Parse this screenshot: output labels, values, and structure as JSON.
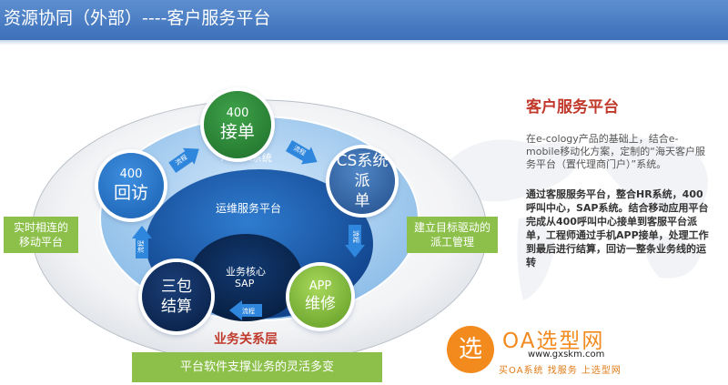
{
  "header": {
    "title": "资源协同（外部）----客户服务平台"
  },
  "diagram": {
    "nodes": {
      "top": {
        "line1": "400",
        "line2": "接单"
      },
      "left": {
        "line1": "400",
        "line2": "回访"
      },
      "right": {
        "line1": "CS系统派",
        "line2": "单"
      },
      "bl": {
        "line1": "三包",
        "line2": "结算"
      },
      "br": {
        "line1": "APP",
        "line2": "维修"
      }
    },
    "arrow_label": "流程",
    "avaya_label": "AVAYA系统",
    "ops_label": "运维服务平台",
    "core_line1": "业务核心",
    "core_line2": "SAP",
    "left_box": "实时相连的\n移动平台",
    "right_box": "建立目标驱动的\n派工管理",
    "biz_layer": "业务关系层",
    "bottom_bar": "平台软件支撑业务的灵活多变"
  },
  "colors": {
    "green": "#2e8b3c",
    "blue": "#1e6bb8",
    "navy": "#0a2a5a",
    "lightgreen": "#8dc04b",
    "accent_red": "#c0392b"
  },
  "right_panel": {
    "title": "客户服务平台",
    "para1": "在e-cology产品的基础上，结合e-mobile移动化方案，定制的“海天客户服务平台（置代理商门户）”系统。",
    "para2": "通过客服服务平台，整合HR系统，400呼叫中心，SAP系统。结合移动应用平台完成从400呼叫中心接单到客服平台派单，工程师通过手机APP接单，处理工作到最后进行结算，回访一整条业务线的运转"
  },
  "watermark": {
    "badge": "选",
    "title": "OA选型网",
    "url": "www.gxskm.com",
    "slogan": "买OA系统 找服务 上选型网"
  }
}
